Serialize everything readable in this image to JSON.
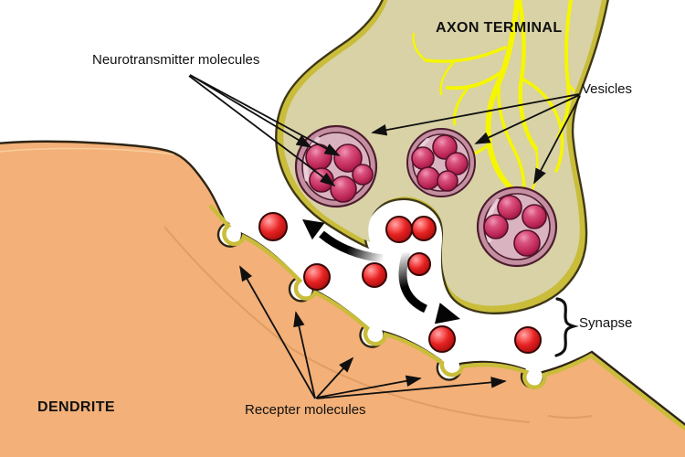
{
  "diagram": {
    "labels": {
      "axon_terminal": "AXON TERMINAL",
      "neurotransmitter_molecules": "Neurotransmitter molecules",
      "vesicles": "Vesicles",
      "synapse": "Synapse",
      "dendrite": "DENDRITE",
      "receptor_molecules": "Recepter molecules"
    },
    "counts": {
      "vesicles": 3,
      "released_neurotransmitter_molecules": 8,
      "receptor_sites": 5
    }
  },
  "colors": {
    "background": "#ffffff",
    "axon_fill": "#d8d2a6",
    "membrane_yellow": "#c9bd3a",
    "branch_yellow": "#f6f600",
    "outline_dark": "#3f3817",
    "dendrite_fill": "#f3b078",
    "dendrite_outline": "#2e2414",
    "vesicle_ring": "#c58fa2",
    "vesicle_inner": "#dab3c1",
    "vesicle_outline": "#4c1c2e",
    "molecule_crimson": "#c22c5b",
    "neurotransmitter_red": "#e12626",
    "label_color": "#111111"
  }
}
